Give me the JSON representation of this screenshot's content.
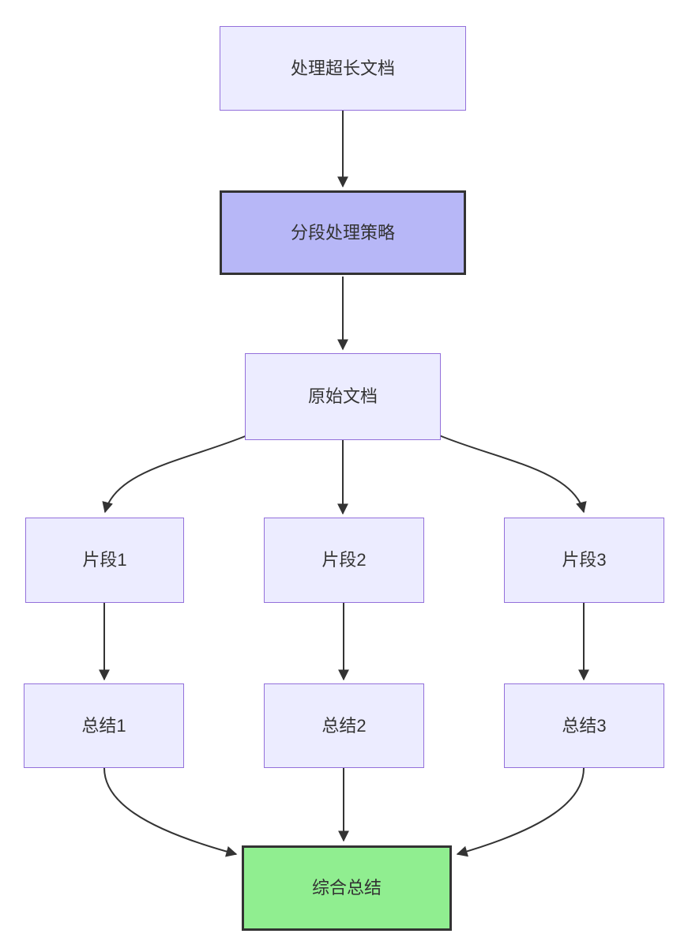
{
  "diagram": {
    "type": "flowchart",
    "direction": "top-down",
    "nodes": [
      {
        "id": "A",
        "label": "处理超长文档",
        "style": "default"
      },
      {
        "id": "B",
        "label": "分段处理策略",
        "style": "highlight-purple"
      },
      {
        "id": "C",
        "label": "原始文档",
        "style": "default"
      },
      {
        "id": "D1",
        "label": "片段1",
        "style": "default"
      },
      {
        "id": "D2",
        "label": "片段2",
        "style": "default"
      },
      {
        "id": "D3",
        "label": "片段3",
        "style": "default"
      },
      {
        "id": "E1",
        "label": "总结1",
        "style": "default"
      },
      {
        "id": "E2",
        "label": "总结2",
        "style": "default"
      },
      {
        "id": "E3",
        "label": "总结3",
        "style": "default"
      },
      {
        "id": "F",
        "label": "综合总结",
        "style": "highlight-green"
      }
    ],
    "edges": [
      {
        "from": "A",
        "to": "B"
      },
      {
        "from": "B",
        "to": "C"
      },
      {
        "from": "C",
        "to": "D1"
      },
      {
        "from": "C",
        "to": "D2"
      },
      {
        "from": "C",
        "to": "D3"
      },
      {
        "from": "D1",
        "to": "E1"
      },
      {
        "from": "D2",
        "to": "E2"
      },
      {
        "from": "D3",
        "to": "E3"
      },
      {
        "from": "E1",
        "to": "F"
      },
      {
        "from": "E2",
        "to": "F"
      },
      {
        "from": "E3",
        "to": "F"
      }
    ],
    "colors": {
      "background": "#ffffff",
      "node_fill": "#ECECFF",
      "node_border": "#9370DB",
      "highlight_fill": "#B7B7F7",
      "highlight_border": "#333333",
      "green_fill": "#90EE90",
      "green_border": "#333333",
      "edge": "#333333",
      "text": "#333333"
    }
  }
}
